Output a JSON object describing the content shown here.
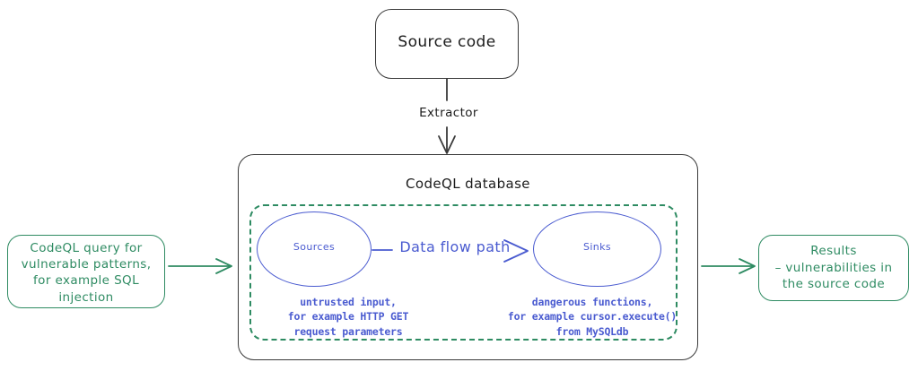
{
  "diagram": {
    "title": "CodeQL analysis data flow diagram",
    "colors": {
      "ink": "#1c1c1c",
      "green": "#2e8b62",
      "blue": "#4a5bd0",
      "background": "#ffffff"
    },
    "nodes": {
      "source_code": {
        "label": "Source code",
        "shape": "rounded-rect",
        "stroke": "#3a3a3a"
      },
      "codeql_database": {
        "label": "CodeQL database",
        "shape": "rounded-rect",
        "stroke": "#3a3a3a"
      },
      "dataflow_region": {
        "label": "",
        "shape": "dashed-rounded-rect",
        "stroke": "#2e8b62"
      },
      "sources": {
        "label": "Sources",
        "shape": "ellipse",
        "stroke": "#4a5bd0",
        "caption": "untrusted input,\nfor example HTTP GET\nrequest parameters"
      },
      "sinks": {
        "label": "Sinks",
        "shape": "ellipse",
        "stroke": "#4a5bd0",
        "caption": "dangerous functions,\nfor example cursor.execute()\nfrom MySQLdb"
      },
      "query": {
        "label": "CodeQL query for\nvulnerable patterns,\nfor example SQL\ninjection",
        "shape": "rounded-rect",
        "stroke": "#2e8b62"
      },
      "results": {
        "label": "Results\n– vulnerabilities in\nthe source code",
        "shape": "rounded-rect",
        "stroke": "#2e8b62"
      }
    },
    "edges": {
      "extractor": {
        "label": "Extractor",
        "from": "source_code",
        "to": "codeql_database",
        "color": "#3a3a3a",
        "direction": "down"
      },
      "data_flow_path": {
        "label": "Data flow path",
        "from": "sources",
        "to": "sinks",
        "color": "#4a5bd0",
        "direction": "right"
      },
      "query_to_database": {
        "label": "",
        "from": "query",
        "to": "codeql_database",
        "color": "#2e8b62",
        "direction": "right"
      },
      "database_to_results": {
        "label": "",
        "from": "codeql_database",
        "to": "results",
        "color": "#2e8b62",
        "direction": "right"
      }
    }
  }
}
